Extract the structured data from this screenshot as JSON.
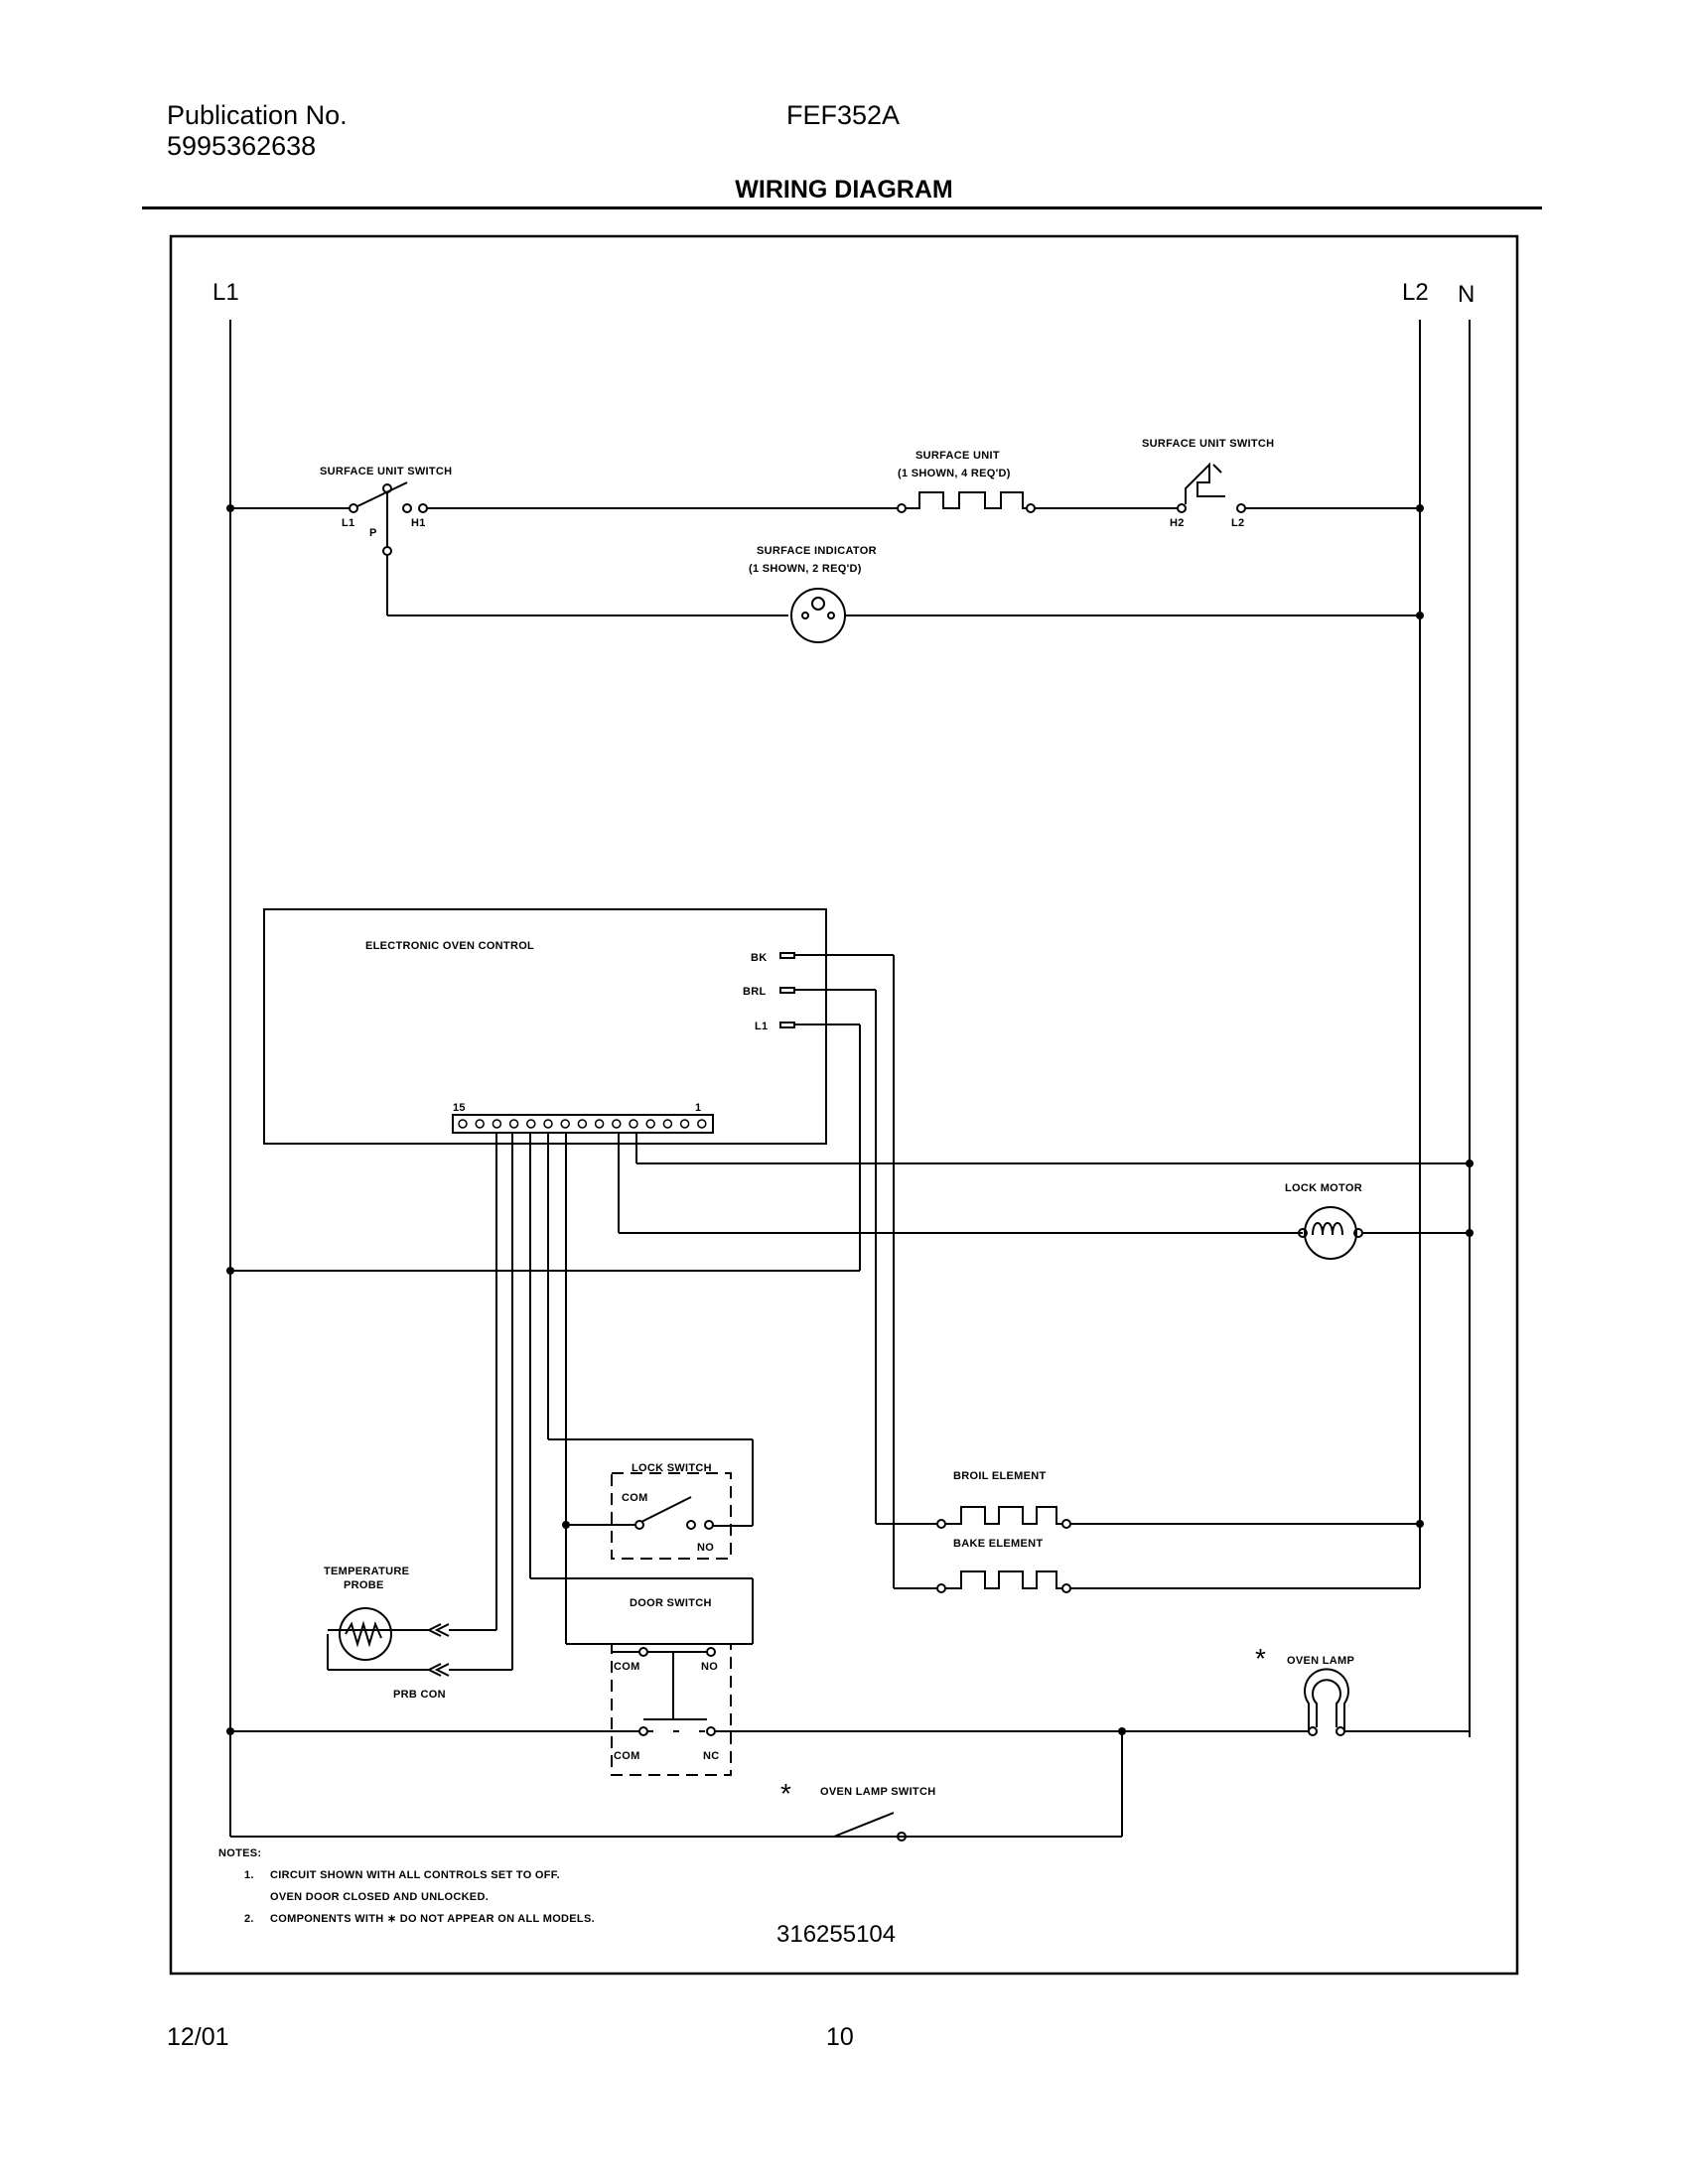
{
  "header": {
    "publication_label": "Publication No.",
    "publication_number": "5995362638",
    "model": "FEF352A",
    "title": "WIRING DIAGRAM"
  },
  "rails": {
    "l1": "L1",
    "l2": "L2",
    "n": "N"
  },
  "surface": {
    "switch_left_label": "SURFACE UNIT SWITCH",
    "switch_left_terms": [
      "L1",
      "P",
      "H1"
    ],
    "unit_label_1": "SURFACE UNIT",
    "unit_label_2": "(1 SHOWN, 4 REQ'D)",
    "switch_right_label": "SURFACE UNIT SWITCH",
    "switch_right_terms": [
      "H2",
      "L2"
    ],
    "indicator_label_1": "SURFACE INDICATOR",
    "indicator_label_2": "(1 SHOWN, 2 REQ'D)"
  },
  "control": {
    "label": "ELECTRONIC OVEN CONTROL",
    "terminals": [
      "BK",
      "BRL",
      "L1"
    ],
    "connector_start": "15",
    "connector_end": "1"
  },
  "components": {
    "lock_motor": "LOCK MOTOR",
    "lock_switch": "LOCK SWITCH",
    "lock_switch_com": "COM",
    "lock_switch_no": "NO",
    "broil_element": "BROIL ELEMENT",
    "bake_element": "BAKE ELEMENT",
    "temp_probe_1": "TEMPERATURE",
    "temp_probe_2": "PROBE",
    "prb_con": "PRB CON",
    "door_switch": "DOOR SWITCH",
    "door_com1": "COM",
    "door_no": "NO",
    "door_com2": "COM",
    "door_nc": "NC",
    "oven_lamp": "OVEN LAMP",
    "oven_lamp_switch": "OVEN LAMP SWITCH",
    "asterisk": "*"
  },
  "notes": {
    "heading": "NOTES:",
    "n1_num": "1.",
    "n1_line1": "CIRCUIT SHOWN WITH ALL CONTROLS SET TO OFF.",
    "n1_line2": "OVEN DOOR CLOSED AND UNLOCKED.",
    "n2_num": "2.",
    "n2_line": "COMPONENTS WITH  ∗ DO NOT APPEAR ON ALL MODELS."
  },
  "diagram_number": "316255104",
  "footer": {
    "date": "12/01",
    "page": "10"
  }
}
